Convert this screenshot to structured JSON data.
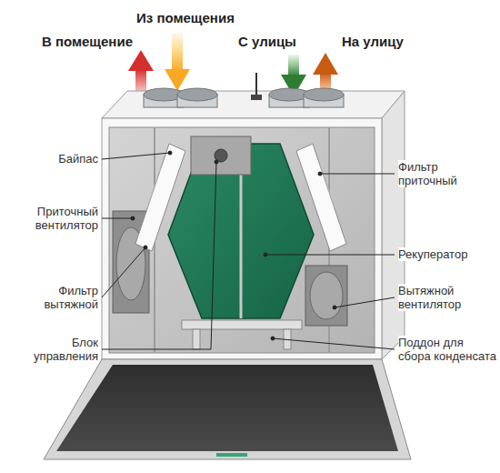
{
  "diagram": {
    "labels": [
      "В помещение",
      "Из помещения",
      "С улицы",
      "На улицу",
      "Байпас",
      "Приточный вентилятор",
      "Фильтр вытяжной",
      "Блок управления",
      "Фильтр приточный",
      "Рекуператор",
      "Вытяжной вентилятор",
      "Поддон для сбора конденсата"
    ]
  }
}
